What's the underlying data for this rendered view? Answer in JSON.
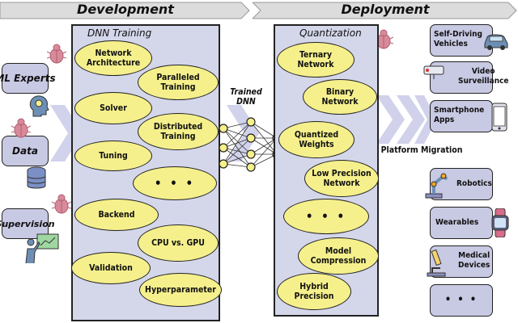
{
  "banners": {
    "development": "Development",
    "deployment": "Deployment"
  },
  "left_boxes": [
    "ML Experts",
    "Data",
    "Supervision"
  ],
  "training": {
    "title": "DNN Training",
    "items": [
      [
        "Network",
        "Architecture"
      ],
      [
        "Paralleled",
        "Training"
      ],
      [
        "Solver"
      ],
      [
        "Distributed",
        "Training"
      ],
      [
        "Tuning"
      ],
      [
        "• • •"
      ],
      [
        "Backend"
      ],
      [
        "CPU vs. GPU"
      ],
      [
        "Validation"
      ],
      [
        "Hyperparameter"
      ]
    ]
  },
  "trained_dnn": [
    "Trained",
    "DNN"
  ],
  "quantization": {
    "title": "Quantization",
    "items": [
      [
        "Ternary",
        "Network"
      ],
      [
        "Binary",
        "Network"
      ],
      [
        "Quantized",
        "Weights"
      ],
      [
        "Low Precision",
        "Network"
      ],
      [
        "• • •"
      ],
      [
        "Model",
        "Compression"
      ],
      [
        "Hybrid",
        "Precision"
      ]
    ]
  },
  "platform_migration": "Platform Migration",
  "platforms": [
    [
      "Self-Driving",
      "Vehicles"
    ],
    [
      "Video",
      "Surveillance"
    ],
    [
      "Smartphone",
      "Apps"
    ],
    [
      "Robotics"
    ],
    [
      "Wearables"
    ],
    [
      "Medical",
      "Devices"
    ],
    [
      "• • •"
    ]
  ],
  "icons": [
    "bug-icon",
    "head-gear-icon",
    "database-icon",
    "presenter-icon",
    "camera-icon",
    "smartphone-icon",
    "robot-arm-icon",
    "smartwatch-icon",
    "microscope-icon",
    "car-icon"
  ],
  "colors": {
    "panel_fill": "#d4d6ea",
    "ellipse_fill": "#f5f08c",
    "box_fill": "#c8c9e3",
    "chevron": "#c9cae8",
    "banner": "#dcdcdc",
    "bug": "#d98a9a",
    "node": "#f5f08c"
  }
}
